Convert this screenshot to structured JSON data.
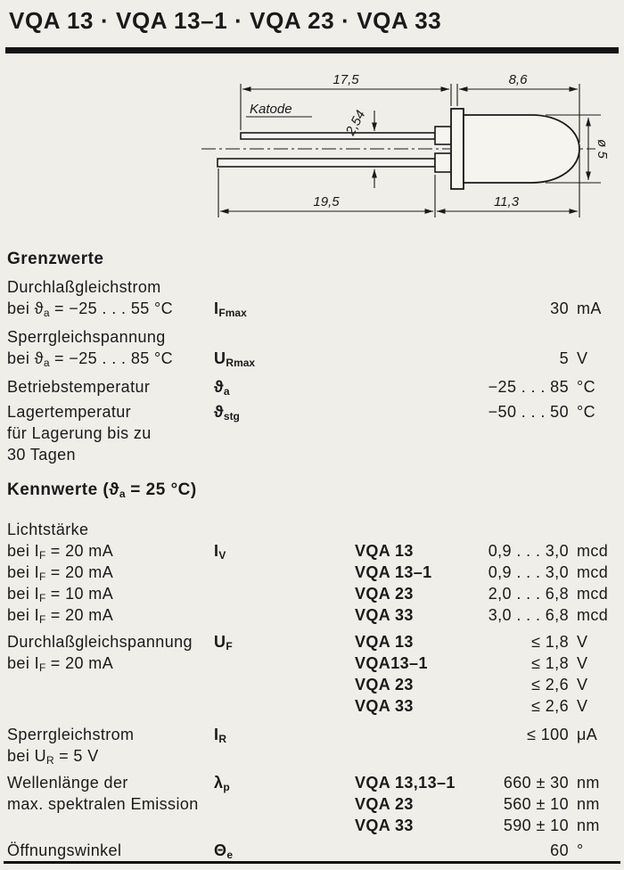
{
  "title": "VQA 13 · VQA 13–1 · VQA 23 · VQA 33",
  "drawing": {
    "katode_label": "Katode",
    "dim_lead_top": "17,5",
    "dim_body_top": "8,6",
    "dim_lead_pitch": "2,54",
    "dim_diameter": "ø 5",
    "dim_lead_bottom": "19,5",
    "dim_body_bottom": "11,3"
  },
  "grenzwerte": {
    "heading": "Grenzwerte",
    "durchlassgleichstrom": {
      "param": "Durchlaßgleichstrom",
      "cond_pre": "bei ϑ",
      "cond_sub": "a",
      "cond_post": " = −25 . . . 55 °C",
      "sym_main": "I",
      "sym_sub": "Fmax",
      "value": "30",
      "unit": "mA"
    },
    "sperrgleichspannung": {
      "param": "Sperrgleichspannung",
      "cond_pre": "bei ϑ",
      "cond_sub": "a",
      "cond_post": " = −25 . . . 85 °C",
      "sym_main": "U",
      "sym_sub": "Rmax",
      "value": "5",
      "unit": "V"
    },
    "betriebstemperatur": {
      "param": "Betriebstemperatur",
      "sym_main": "ϑ",
      "sym_sub": "a",
      "value": "−25 . . . 85",
      "unit": "°C"
    },
    "lagertemperatur": {
      "param": "Lagertemperatur",
      "param2": "für Lagerung bis zu",
      "param3": "30 Tagen",
      "sym_main": "ϑ",
      "sym_sub": "stg",
      "value": "−50 . . . 50",
      "unit": "°C"
    }
  },
  "kennwerte": {
    "heading_pre": "Kennwerte (ϑ",
    "heading_sub": "a",
    "heading_post": " = 25 °C)",
    "lichtstaerke": {
      "param": "Lichtstärke",
      "sym_main": "I",
      "sym_sub": "V",
      "rows": [
        {
          "cond_pre": "bei I",
          "cond_sub": "F",
          "cond_post": " = 20 mA",
          "type": "VQA 13",
          "value": "0,9 . . . 3,0",
          "unit": "mcd"
        },
        {
          "cond_pre": "bei I",
          "cond_sub": "F",
          "cond_post": " = 20 mA",
          "type": "VQA 13–1",
          "value": "0,9 . . . 3,0",
          "unit": "mcd"
        },
        {
          "cond_pre": "bei I",
          "cond_sub": "F",
          "cond_post": " = 10 mA",
          "type": "VQA 23",
          "value": "2,0 . . . 6,8",
          "unit": "mcd"
        },
        {
          "cond_pre": "bei I",
          "cond_sub": "F",
          "cond_post": " = 20 mA",
          "type": "VQA 33",
          "value": "3,0 . . . 6,8",
          "unit": "mcd"
        }
      ]
    },
    "durchlassgleichspannung": {
      "param": "Durchlaßgleichspannung",
      "cond_pre": "bei I",
      "cond_sub": "F",
      "cond_post": " = 20 mA",
      "sym_main": "U",
      "sym_sub": "F",
      "rows": [
        {
          "type": "VQA 13",
          "value": "≤ 1,8",
          "unit": "V"
        },
        {
          "type": "VQA13–1",
          "value": "≤ 1,8",
          "unit": "V"
        },
        {
          "type": "VQA 23",
          "value": "≤ 2,6",
          "unit": "V"
        },
        {
          "type": "VQA 33",
          "value": "≤ 2,6",
          "unit": "V"
        }
      ]
    },
    "sperrgleichstrom": {
      "param": "Sperrgleichstrom",
      "cond_pre": "bei U",
      "cond_sub": "R",
      "cond_post": " = 5 V",
      "sym_main": "I",
      "sym_sub": "R",
      "value": "≤ 100",
      "unit": "μA"
    },
    "wellenlaenge": {
      "param": "Wellenlänge der",
      "param2": "max. spektralen Emission",
      "sym_main": "λ",
      "sym_sub": "p",
      "rows": [
        {
          "type": "VQA 13,13–1",
          "value": "660 ± 30",
          "unit": "nm"
        },
        {
          "type": "VQA 23",
          "value": "560 ± 10",
          "unit": "nm"
        },
        {
          "type": "VQA 33",
          "value": "590 ± 10",
          "unit": "nm"
        }
      ]
    },
    "oeffnungswinkel": {
      "param": "Öffnungswinkel",
      "sym_main": "Θ",
      "sym_sub": "e",
      "value": "60",
      "unit": "°"
    }
  }
}
